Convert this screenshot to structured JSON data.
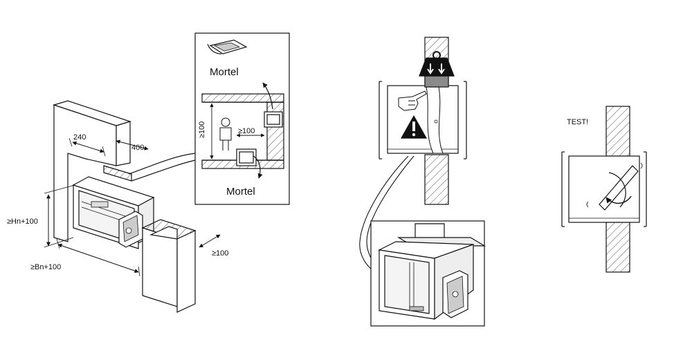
{
  "dimensions": {
    "width_240": "240",
    "depth_400": "400",
    "height_min": "≥Hn+100",
    "width_min": "≥Bn+100",
    "gap_100": "≥100"
  },
  "detail": {
    "mortel_top": "Mortel",
    "mortel_bottom": "Mortel",
    "gap_vertical": "≥100",
    "gap_horizontal": "≥100"
  },
  "test_label": "TEST!",
  "icons": [
    "trowel-icon",
    "person-icon",
    "weight-icon",
    "hand-pointer-icon",
    "warning-icon",
    "rotation-arrow-icon"
  ],
  "colors": {
    "line": "#111111",
    "accent_band": "#8a8a8a",
    "hatch": "#555555"
  }
}
